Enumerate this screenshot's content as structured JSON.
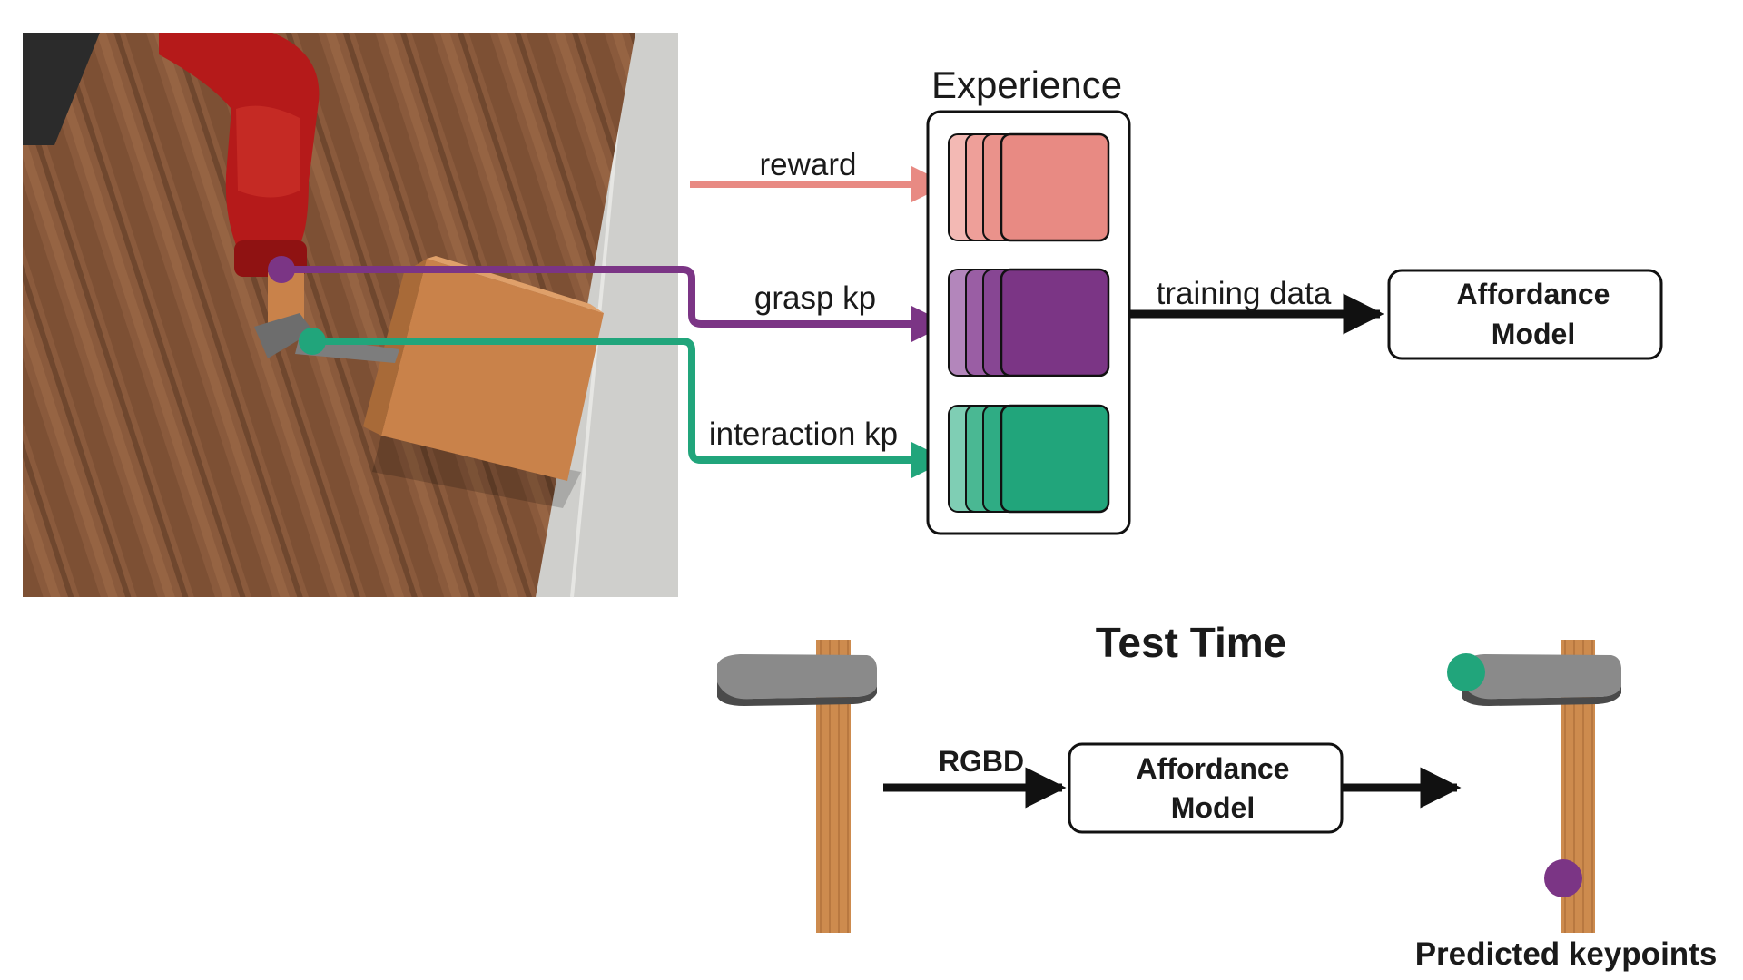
{
  "experience": {
    "title": "Experience",
    "streams": [
      {
        "label": "reward",
        "color": "#e88a83"
      },
      {
        "label": "grasp kp",
        "color": "#7b3585"
      },
      {
        "label": "interaction kp",
        "color": "#21a57b"
      }
    ]
  },
  "training": {
    "arrow_label": "training data",
    "model_label_line1": "Affordance",
    "model_label_line2": "Model"
  },
  "test_time": {
    "title": "Test Time",
    "input_label": "RGBD",
    "model_label_line1": "Affordance",
    "model_label_line2": "Model",
    "output_caption": "Predicted keypoints"
  },
  "colors": {
    "reward": "#e88a83",
    "grasp": "#7b3585",
    "interaction": "#21a57b",
    "wood_table": "#8a5a3c",
    "handle": "#cd8b4e",
    "hammer_head": "#8a8a8a",
    "robot_red": "#b51a1a",
    "block": "#c9824a"
  }
}
